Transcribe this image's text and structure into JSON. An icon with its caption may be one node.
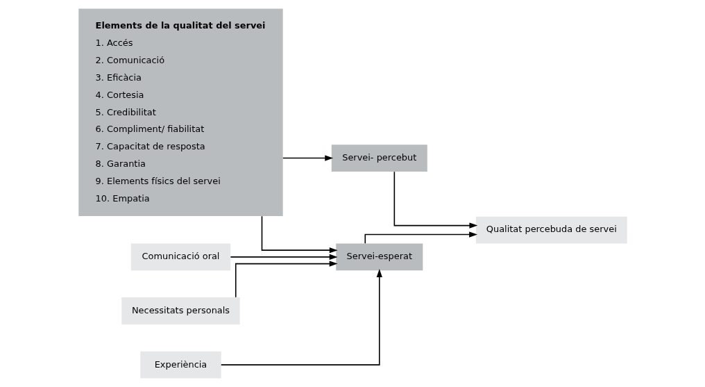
{
  "diagram": {
    "nodes": [
      {
        "text": [
          "Elements de la qualitat del servei",
          "1. Accés",
          "2. Comunicació",
          "3. Eficàcia",
          "4. Cortesia",
          "5. Credibilitat",
          "6. Compliment/ fiabilitat",
          "7. Capacitat de resposta",
          "8. Garantia",
          "9. Elements físics del servei",
          "10. Empatia"
        ]
      },
      {
        "text": [
          "Comunicació oral"
        ]
      },
      {
        "text": [
          "Necessitats personals"
        ]
      },
      {
        "text": [
          "Experiència"
        ]
      },
      {
        "text": [
          "Servei-esperat"
        ]
      },
      {
        "text": [
          "Servei- percebut"
        ]
      },
      {
        "text": [
          "Qualitat percebuda de servei"
        ]
      }
    ],
    "edges": [
      {
        "from": 1,
        "to": 4,
        "arrow": "to"
      },
      {
        "from": 2,
        "to": 4,
        "arrow": "to"
      },
      {
        "from": 3,
        "to": 4,
        "arrow": "to"
      },
      {
        "from": 0,
        "to": 4,
        "arrow": "to"
      },
      {
        "from": 0,
        "to": 5,
        "arrow": "to"
      },
      {
        "from": 4,
        "to": 6,
        "arrow": "to"
      },
      {
        "from": 5,
        "to": 6,
        "arrow": "to"
      }
    ]
  }
}
